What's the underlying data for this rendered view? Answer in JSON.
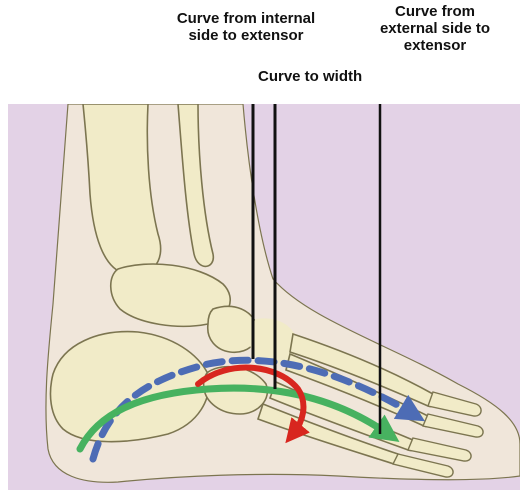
{
  "labels": {
    "internal_curve": "Curve from internal\nside to extensor",
    "width_curve": "Curve to width",
    "external_curve": "Curve from\nexternal side to\nextensor"
  },
  "colors": {
    "background": "#e3d2e6",
    "bone_fill": "#f1ebc8",
    "bone_outline": "#7c7550",
    "skin": "#f4ecd6",
    "internal_curve": "#4d6cb5",
    "width_curve": "#d8261f",
    "external_curve": "#47b260",
    "leader_line": "#111111"
  }
}
